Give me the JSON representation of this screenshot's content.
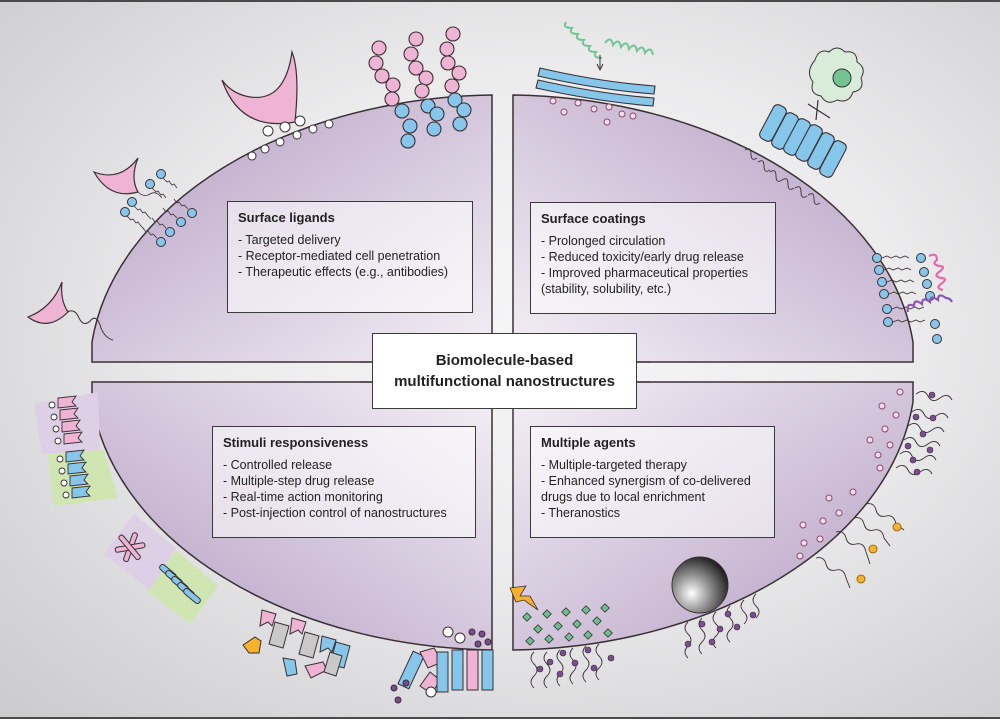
{
  "center": {
    "line1": "Biomolecule-based",
    "line2": "multifunctional nanostructures"
  },
  "quadrants": [
    {
      "id": "surface-ligands",
      "title": "Surface ligands",
      "items": [
        "- Targeted delivery",
        "- Receptor-mediated cell penetration",
        "- Therapeutic effects (e.g., antibodies)"
      ]
    },
    {
      "id": "surface-coatings",
      "title": "Surface coatings",
      "items": [
        "- Prolonged circulation",
        "- Reduced toxicity/early drug release",
        "- Improved pharmaceutical properties",
        "(stability, solubility, etc.)"
      ]
    },
    {
      "id": "stimuli-responsiveness",
      "title": "Stimuli responsiveness",
      "items": [
        "- Controlled release",
        "- Multiple-step drug release",
        "- Real-time action monitoring",
        "- Post-injection control of nanostructures"
      ]
    },
    {
      "id": "multiple-agents",
      "title": "Multiple agents",
      "items": [
        "- Multiple-targeted therapy",
        "- Enhanced synergism of co-delivered",
        "drugs due to local enrichment",
        "- Theranostics"
      ]
    }
  ],
  "colors": {
    "particle": "#b79fc4",
    "particle_light": "#f3eef6",
    "outline": "#3a3034",
    "ligand_pink": "#efb3d3",
    "lipid_blue": "#86c6ea",
    "helix_green": "#74c493",
    "helix_pink": "#e769a9",
    "helix_purple": "#8a58b0",
    "drug_dot_purple": "#7c4c92",
    "drug_green": "#6cbf8d",
    "fluor_orange": "#f6b22e",
    "gray_block": "#c9c9c9",
    "green_panel": "#cfe5b2",
    "lilac_panel": "#ddd0e6"
  }
}
